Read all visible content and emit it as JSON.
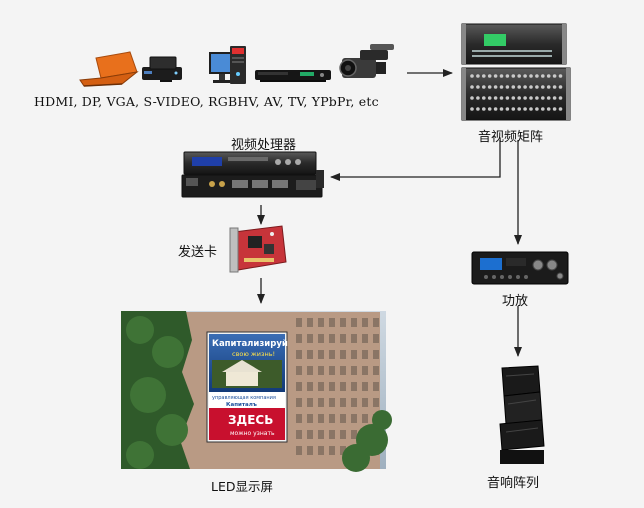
{
  "labels": {
    "sources": "HDMI, DP, VGA, S-VIDEO, RGBHV, AV, TV, YPbPr, etc",
    "matrix": "音视频矩阵",
    "processor": "视频处理器",
    "sending_card": "发送卡",
    "amplifier": "功放",
    "led_display": "LED显示屏",
    "speaker_array": "音响阵列"
  },
  "billboard": {
    "headline": "Капитализируй",
    "subline": "свою жизнь!",
    "company": "управляющая компания",
    "brand": "Капиталъ",
    "cta": "ЗДЕСЬ",
    "cta_sub": "можно узнать"
  },
  "colors": {
    "background": "#f4f4f4",
    "arrow": "#222222",
    "device_dark": "#2b2b2b",
    "laptop_orange": "#e8701c",
    "sky": "#b9c7d3",
    "billboard_red": "#c8102e",
    "billboard_blue": "#1b4f9c"
  }
}
